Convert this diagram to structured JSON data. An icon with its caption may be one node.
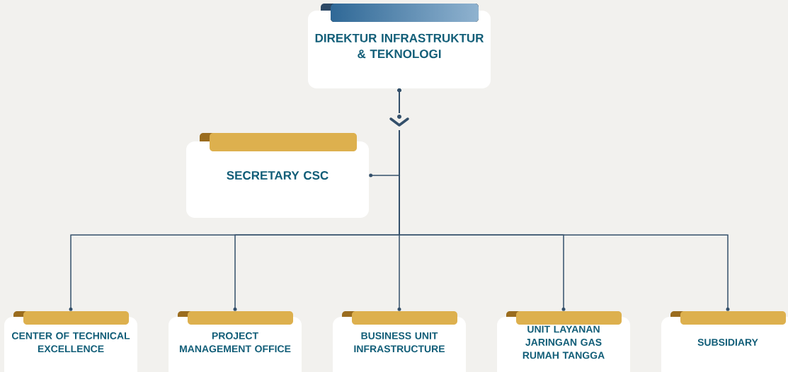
{
  "diagram": {
    "nodes": [
      {
        "text": [
          "DIREKTUR INFRASTRUKTUR & TEKNOLOGI"
        ]
      },
      {
        "text": [
          "SECRETARY CSC"
        ]
      },
      {
        "text": [
          "CENTER OF TECHNICAL EXCELLENCE"
        ]
      },
      {
        "text": [
          "PROJECT MANAGEMENT OFFICE"
        ]
      },
      {
        "text": [
          "BUSINESS UNIT INFRASTRUCTURE"
        ]
      },
      {
        "text": [
          "UNIT LAYANAN JARINGAN GAS RUMAH TANGGA"
        ]
      },
      {
        "text": [
          "SUBSIDIARY"
        ]
      }
    ],
    "edges": [
      {
        "from": 0,
        "to": 1,
        "arrow": "to"
      },
      {
        "from": 0,
        "to": 2,
        "arrow": "to"
      },
      {
        "from": 0,
        "to": 3,
        "arrow": "to"
      },
      {
        "from": 0,
        "to": 4,
        "arrow": "to"
      },
      {
        "from": 0,
        "to": 5,
        "arrow": "to"
      },
      {
        "from": 0,
        "to": 6,
        "arrow": "to"
      }
    ]
  }
}
